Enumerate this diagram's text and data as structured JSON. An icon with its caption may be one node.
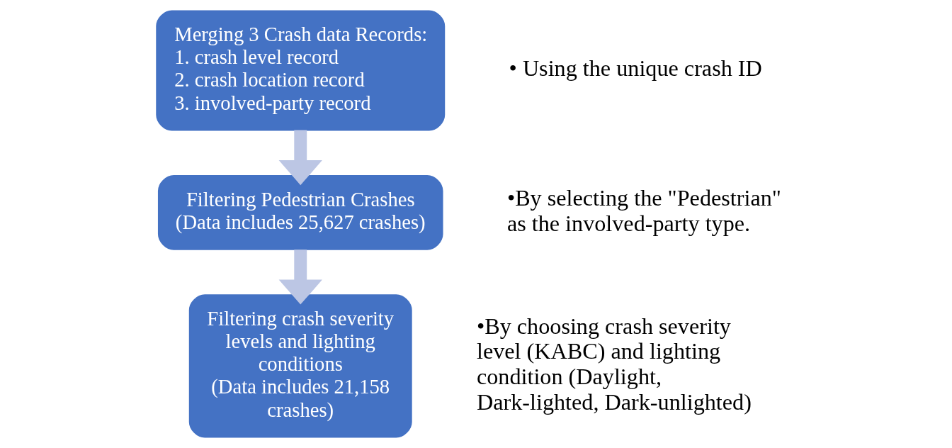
{
  "diagram": {
    "nodes": [
      {
        "text": [
          "Merging 3 Crash data Records:",
          "1. crash level record",
          "2. crash location record",
          "3. involved-party record"
        ],
        "beside": [
          "• Using the unique crash ID"
        ]
      },
      {
        "text": [
          "Filtering Pedestrian Crashes",
          "(Data includes 25,627 crashes)"
        ],
        "beside": [
          "•By selecting the \"Pedestrian\" as the involved-party type."
        ]
      },
      {
        "text": [
          "Filtering crash severity levels and lighting conditions",
          "(Data includes 21,158 crashes)"
        ],
        "beside": [
          "•By choosing crash severity level (KABC) and lighting condition (Daylight, Dark-lighted, Dark-unlighted)"
        ]
      }
    ],
    "edges": [
      {
        "from": 0,
        "to": 1,
        "arrow": "to"
      },
      {
        "from": 1,
        "to": 2,
        "arrow": "to"
      }
    ]
  }
}
